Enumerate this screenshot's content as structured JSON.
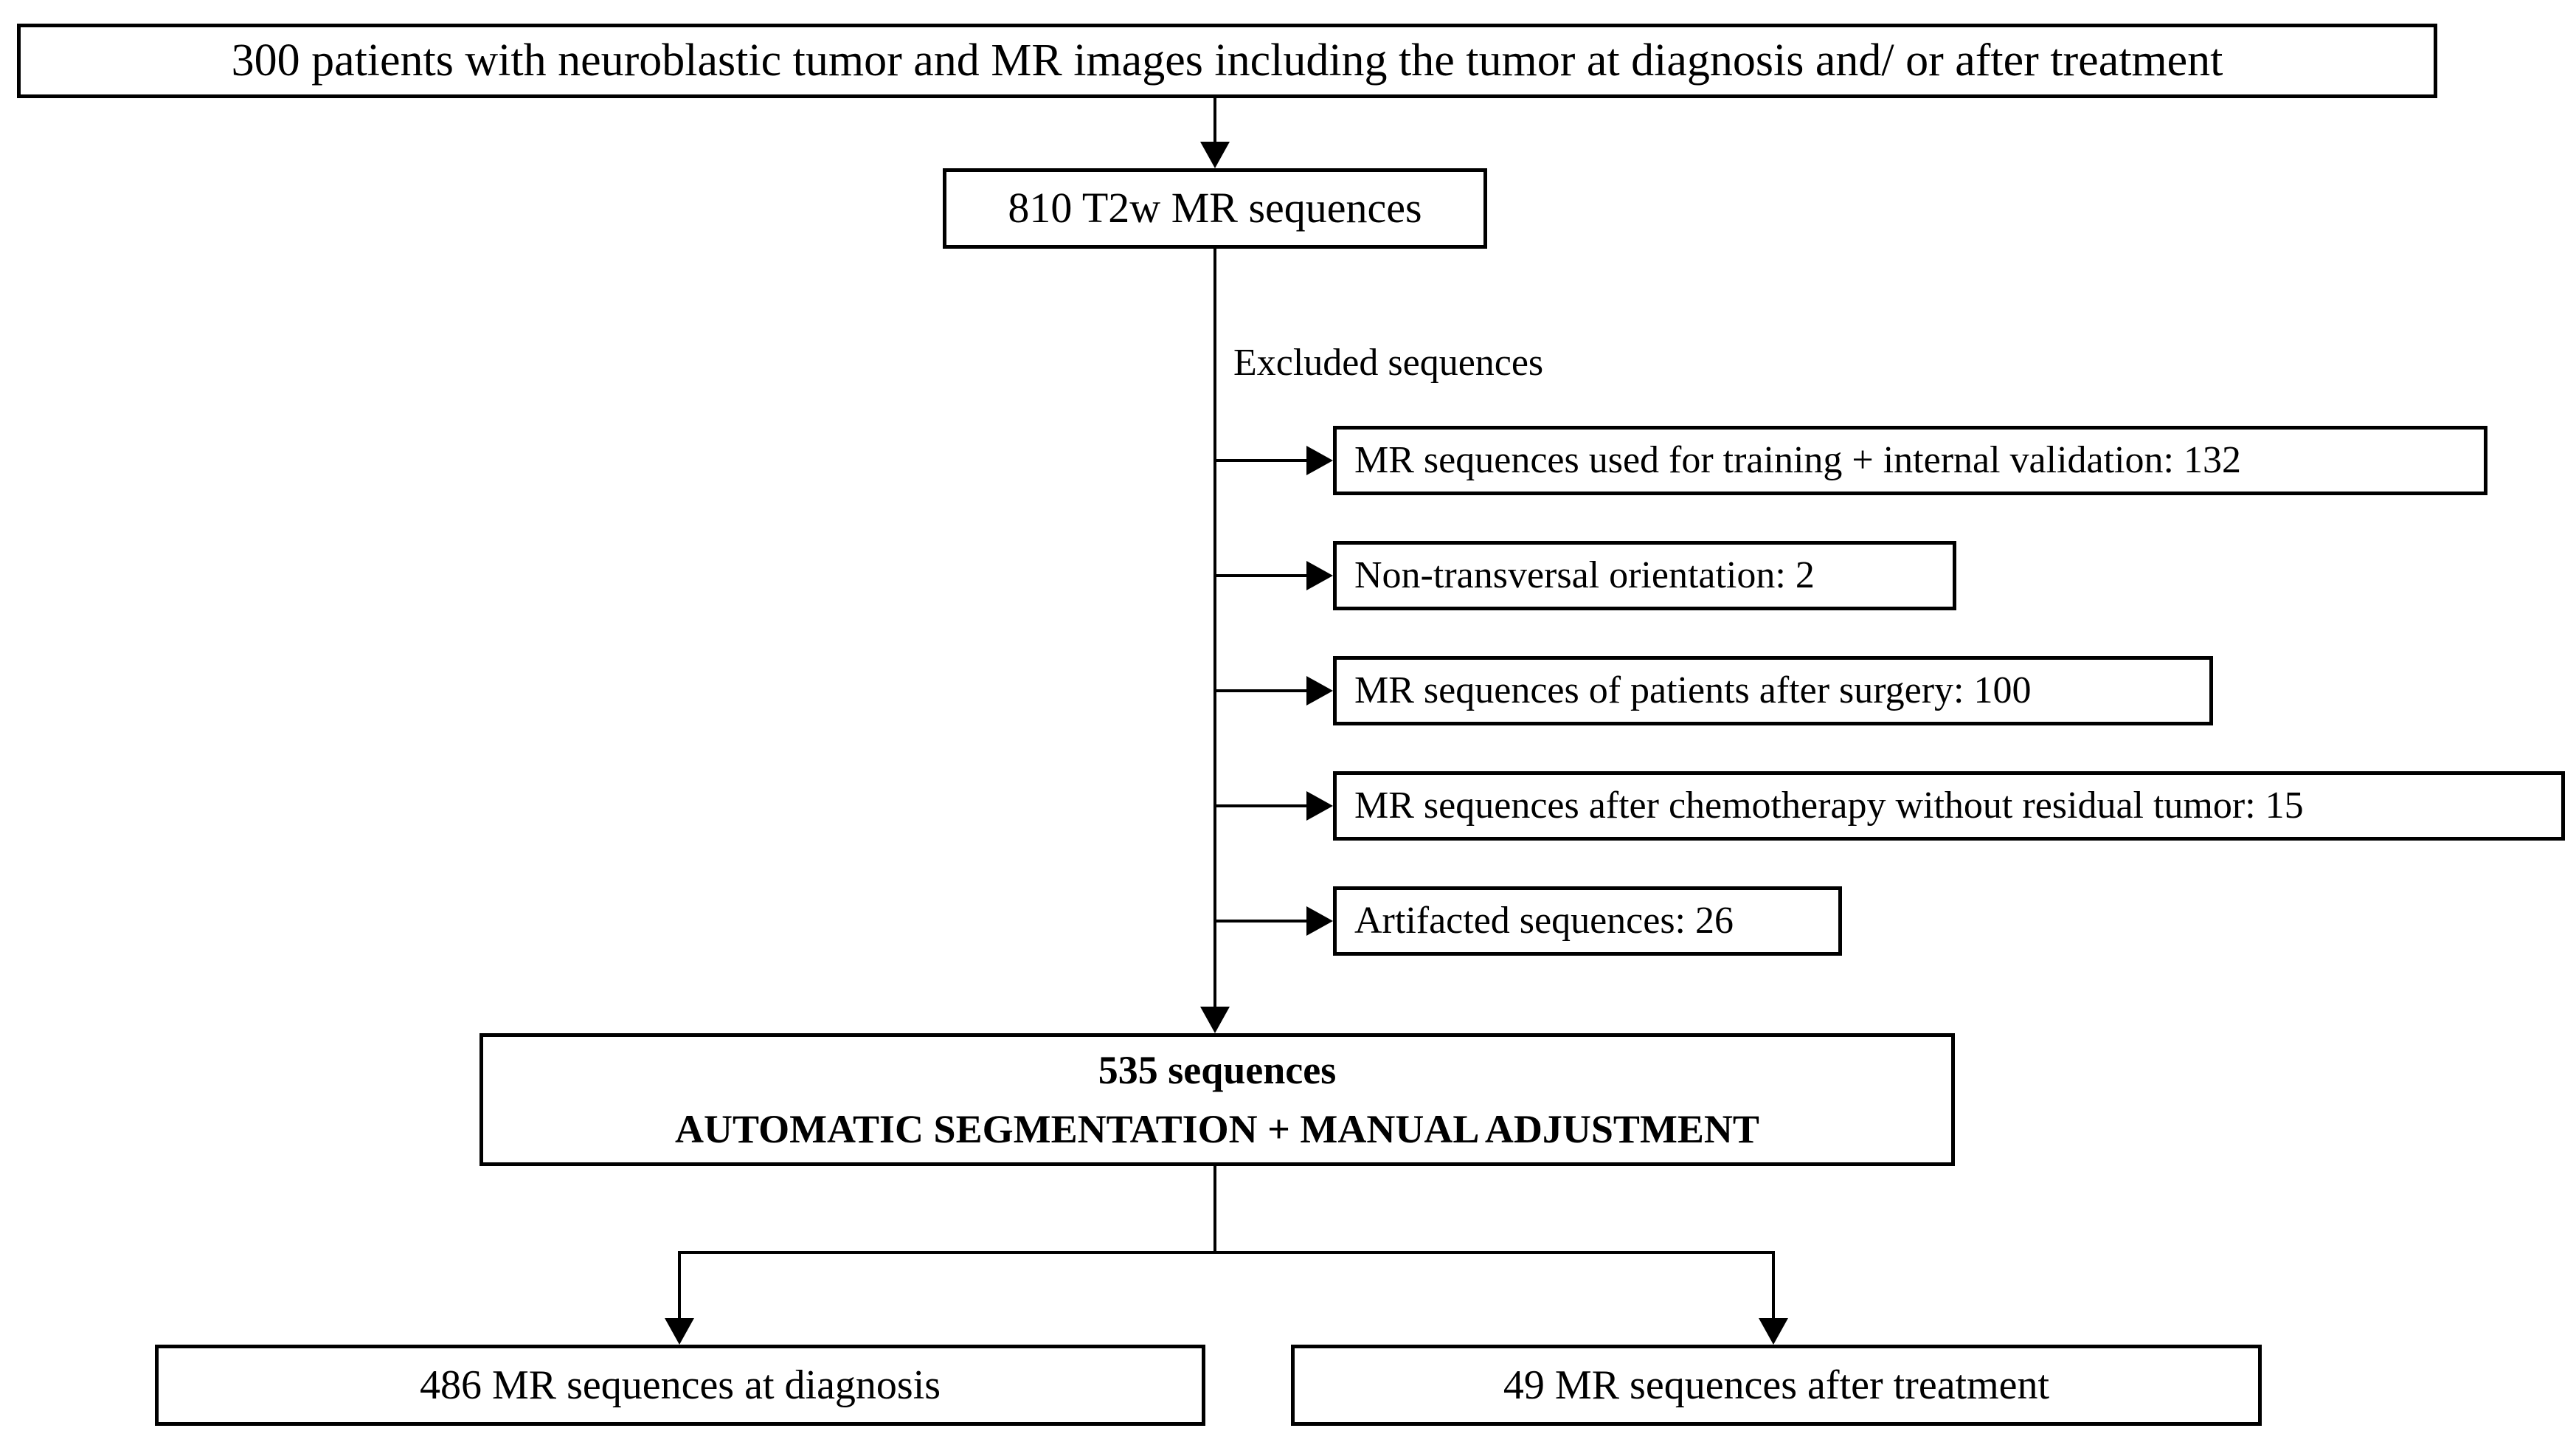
{
  "flowchart": {
    "patients_box": "300 patients with neuroblastic tumor and MR images including the tumor at diagnosis and/ or after treatment",
    "t2w_box": "810 T2w MR sequences",
    "excluded_label": "Excluded sequences",
    "excluded_boxes": [
      {
        "label": "MR sequences used for training + internal validation: 132"
      },
      {
        "label": "Non-transversal orientation: 2"
      },
      {
        "label": "MR sequences of patients after surgery: 100"
      },
      {
        "label": "MR sequences after chemotherapy without residual tumor: 15"
      },
      {
        "label": "Artifacted sequences: 26"
      }
    ],
    "segmentation_box": {
      "line1": "535 sequences",
      "line2": "AUTOMATIC SEGMENTATION + MANUAL ADJUSTMENT"
    },
    "diagnosis_box": "486 MR sequences at diagnosis",
    "treatment_box": "49 MR sequences after treatment",
    "colors": {
      "background": "#ffffff",
      "text": "#000000",
      "line": "#000000",
      "border": "#000000"
    }
  }
}
